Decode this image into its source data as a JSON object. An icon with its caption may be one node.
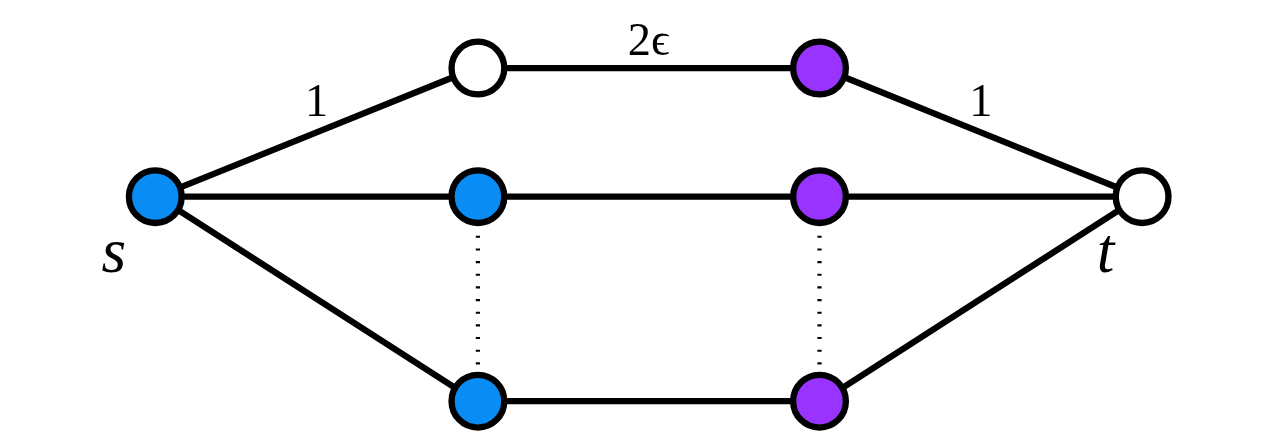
{
  "diagram": {
    "nodes": [
      {
        "text": [],
        "shape": "circle",
        "beside": [
          "s"
        ]
      },
      {
        "text": [],
        "shape": "circle"
      },
      {
        "text": [],
        "shape": "circle"
      },
      {
        "text": [],
        "shape": "circle"
      },
      {
        "text": [],
        "shape": "circle"
      },
      {
        "text": [],
        "shape": "circle"
      },
      {
        "text": [],
        "shape": "circle"
      },
      {
        "text": [],
        "shape": "circle",
        "beside": [
          "t"
        ]
      }
    ],
    "edges": [
      {
        "from": 0,
        "to": 1,
        "arrow": "none",
        "label": "1"
      },
      {
        "from": 0,
        "to": 2,
        "arrow": "none"
      },
      {
        "from": 0,
        "to": 3,
        "arrow": "none"
      },
      {
        "from": 1,
        "to": 4,
        "arrow": "none",
        "label": "2ϵ"
      },
      {
        "from": 2,
        "to": 5,
        "arrow": "none"
      },
      {
        "from": 3,
        "to": 6,
        "arrow": "none"
      },
      {
        "from": 4,
        "to": 7,
        "arrow": "none",
        "label": "1"
      },
      {
        "from": 5,
        "to": 7,
        "arrow": "none"
      },
      {
        "from": 6,
        "to": 7,
        "arrow": "none"
      },
      {
        "from": 2,
        "to": 3,
        "arrow": "none",
        "style": "dashed"
      },
      {
        "from": 5,
        "to": 6,
        "arrow": "none",
        "style": "dashed"
      }
    ]
  }
}
